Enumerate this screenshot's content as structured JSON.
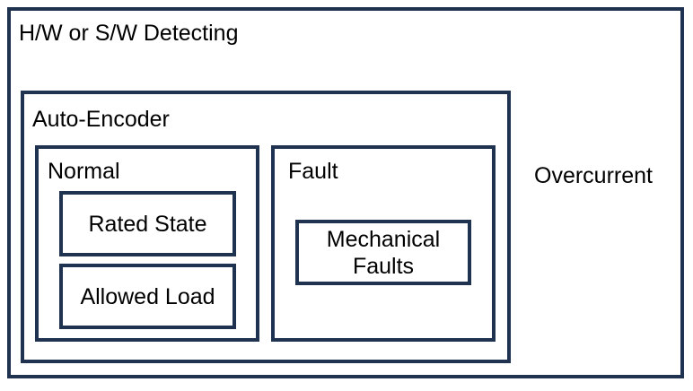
{
  "diagram": {
    "outer": {
      "label": "H/W or S/W Detecting"
    },
    "overcurrent": {
      "label": "Overcurrent"
    },
    "autoencoder": {
      "label": "Auto-Encoder"
    },
    "normal": {
      "label": "Normal",
      "items": [
        "Rated State",
        "Allowed Load"
      ]
    },
    "fault": {
      "label": "Fault",
      "items": [
        {
          "line1": "Mechanical",
          "line2": "Faults"
        }
      ]
    }
  },
  "colors": {
    "border": "#1f3350",
    "text": "#000000",
    "background": "#ffffff"
  }
}
